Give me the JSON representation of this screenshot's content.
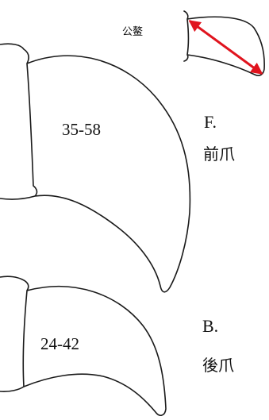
{
  "legend": {
    "label": "公鳌",
    "arrow_color": "#e0141e"
  },
  "front_claw": {
    "range": "35-58",
    "letter": "F.",
    "name": "前爪"
  },
  "rear_claw": {
    "range": "24-42",
    "letter": "B.",
    "name": "後爪"
  }
}
